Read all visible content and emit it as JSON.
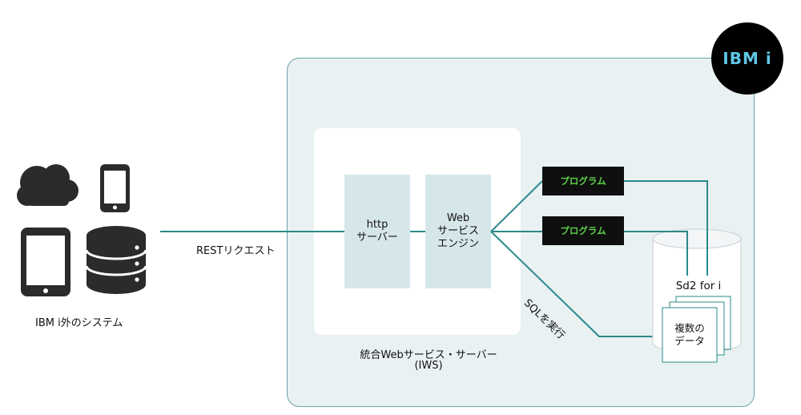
{
  "logo": {
    "text": "IBM i"
  },
  "external": {
    "label": "IBM i外のシステム"
  },
  "connection": {
    "rest_label": "RESTリクエスト",
    "sql_label": "SQLを実行"
  },
  "iws": {
    "line1": "統合Webサービス・サーバー",
    "line2": "(IWS)"
  },
  "http_server": {
    "label": "http\nサーバー"
  },
  "web_engine": {
    "label": "Web\nサービス\nエンジン"
  },
  "programs": [
    {
      "label": "プログラム"
    },
    {
      "label": "プログラム"
    }
  ],
  "db": {
    "label": "Sd2 for i"
  },
  "data": {
    "label": "複数の\nデータ"
  },
  "colors": {
    "teal_line": "#2a8a8a",
    "region_bg": "#e9f1f3",
    "box_bg": "#d6e7ea",
    "program_text": "#5cd24a",
    "logo_text": "#5fc8e6",
    "icon_dark": "#2b2b2b"
  }
}
